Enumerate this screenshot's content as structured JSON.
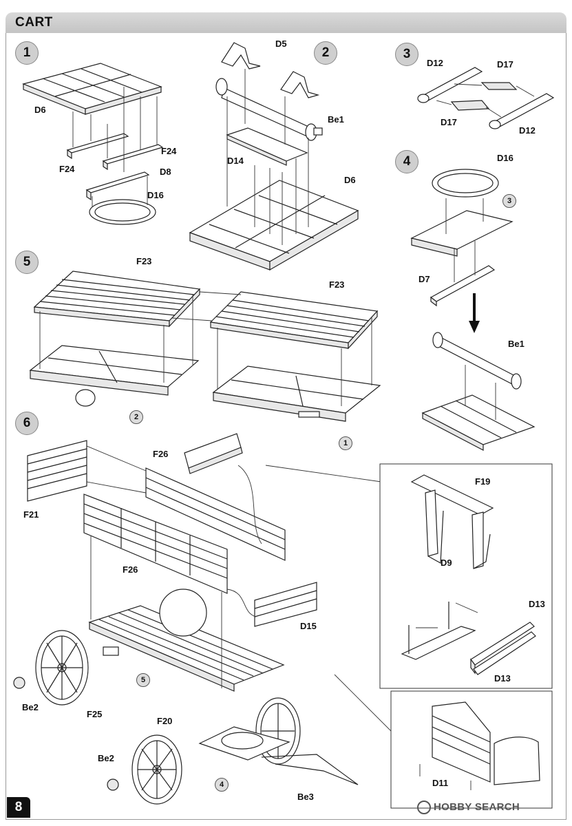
{
  "header": {
    "title": "CART"
  },
  "page_number": "8",
  "watermark": "HOBBY SEARCH",
  "steps": [
    "1",
    "2",
    "3",
    "4",
    "5",
    "6"
  ],
  "refs": {
    "r3": "3",
    "r2": "2",
    "r1": "1",
    "r5": "5",
    "r4": "4"
  },
  "labels": {
    "d6a": "D6",
    "f24a": "F24",
    "f24b": "F24",
    "d8": "D8",
    "d16a": "D16",
    "d5": "D5",
    "be1a": "Be1",
    "d14": "D14",
    "d6b": "D6",
    "d12a": "D12",
    "d17a": "D17",
    "d17b": "D17",
    "d12b": "D12",
    "d16b": "D16",
    "d7": "D7",
    "be1b": "Be1",
    "f23a": "F23",
    "f23b": "F23",
    "f26a": "F26",
    "f21": "F21",
    "f26b": "F26",
    "d15": "D15",
    "be2a": "Be2",
    "f25": "F25",
    "f20": "F20",
    "be2b": "Be2",
    "be3": "Be3",
    "f19": "F19",
    "d9": "D9",
    "d13a": "D13",
    "d13b": "D13",
    "d11": "D11"
  }
}
